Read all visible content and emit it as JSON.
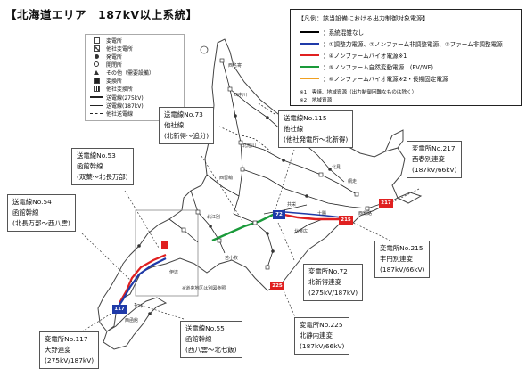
{
  "title": "【北海道エリア　187kV以上系統】",
  "legend_left": {
    "items": [
      {
        "label": "変電所",
        "icon": "square-outline-icon"
      },
      {
        "label": "他社変電所",
        "icon": "square-cross-icon"
      },
      {
        "label": "発電所",
        "icon": "filled-circle-icon"
      },
      {
        "label": "開閉所",
        "icon": "circle-outline-icon"
      },
      {
        "label": "その他（需要設備）",
        "icon": "triangle-icon"
      },
      {
        "label": "変換所",
        "icon": "square-filled-icon"
      },
      {
        "label": "他社変換所",
        "icon": "square-hatched-icon"
      },
      {
        "label": "送電線(275kV)",
        "icon": "thick-line-icon"
      },
      {
        "label": "送電線(187kV)",
        "icon": "thin-line-icon"
      },
      {
        "label": "他社送電線",
        "icon": "dashed-line-icon"
      }
    ]
  },
  "legend_right": {
    "title": "【凡例：該当設備における出力制御対象電源】",
    "rows": [
      {
        "label": "：系統混雑なし",
        "color": "#000000"
      },
      {
        "label": "：①調整力電源、②ノンファーム非調整電源、③ファーム非調整電源",
        "color": "#1f3aa8"
      },
      {
        "label": "：④ノンファームバイオ電源※1",
        "color": "#e02020"
      },
      {
        "label": "：⑤ノンファーム自然変動電源　(PV/WF)",
        "color": "#1a9a3a"
      },
      {
        "label": "：⑥ノンファームバイオ電源※2・長期固定電源",
        "color": "#f0a020"
      }
    ],
    "notes": [
      "※1：専焼、地域資源（出力制御困難なものは除く）",
      "※2：地域資源"
    ]
  },
  "callouts": [
    {
      "id": "no73",
      "lines": [
        "送電線No.73",
        "他社線",
        "(北新得～追分)"
      ]
    },
    {
      "id": "no115",
      "lines": [
        "送電線No.115",
        "他社線",
        "(他社発電所～北新得)"
      ]
    },
    {
      "id": "no217",
      "lines": [
        "変電所No.217",
        "西春別連変",
        "(187kV/66kV)"
      ]
    },
    {
      "id": "no53",
      "lines": [
        "送電線No.53",
        "函館幹線",
        "(双葉～北長万部)"
      ]
    },
    {
      "id": "no54",
      "lines": [
        "送電線No.54",
        "函館幹線",
        "(北長万部～西八雲)"
      ]
    },
    {
      "id": "no215",
      "lines": [
        "変電所No.215",
        "宇円別連変",
        "(187kV/66kV)"
      ]
    },
    {
      "id": "no72",
      "lines": [
        "変電所No.72",
        "北新得連変",
        "(275kV/187kV)"
      ]
    },
    {
      "id": "no225",
      "lines": [
        "変電所No.225",
        "北静内連変",
        "(187kV/66kV)"
      ]
    },
    {
      "id": "no55",
      "lines": [
        "送電線No.55",
        "函館幹線",
        "(西八雲～北七飯)"
      ]
    },
    {
      "id": "no117",
      "lines": [
        "変電所No.117",
        "大野連変",
        "(275kV/187kV)"
      ]
    }
  ],
  "substation_badges": {
    "s72": "72",
    "s217": "217",
    "s215": "215",
    "s225": "225",
    "s117": "117"
  },
  "map_note": "※道央地区は別図参照",
  "places": {
    "nishi_nayoro": "西名寄",
    "kita_akita": "北旭川",
    "nishi_nakagawa": "西中川",
    "nishi_kushiro": "西釧路",
    "kita_sunagawa": "北江別",
    "hokkaido": "北斗",
    "kyoei": "共栄",
    "tokachi": "十勝",
    "kita_obihiro": "北帯広",
    "nishi_iwamizawa": "西留萌",
    "kitami": "北見",
    "abashiri": "網走",
    "tomakomai": "苫小牧",
    "date": "伊達",
    "nishi_hakodate": "西函館"
  }
}
